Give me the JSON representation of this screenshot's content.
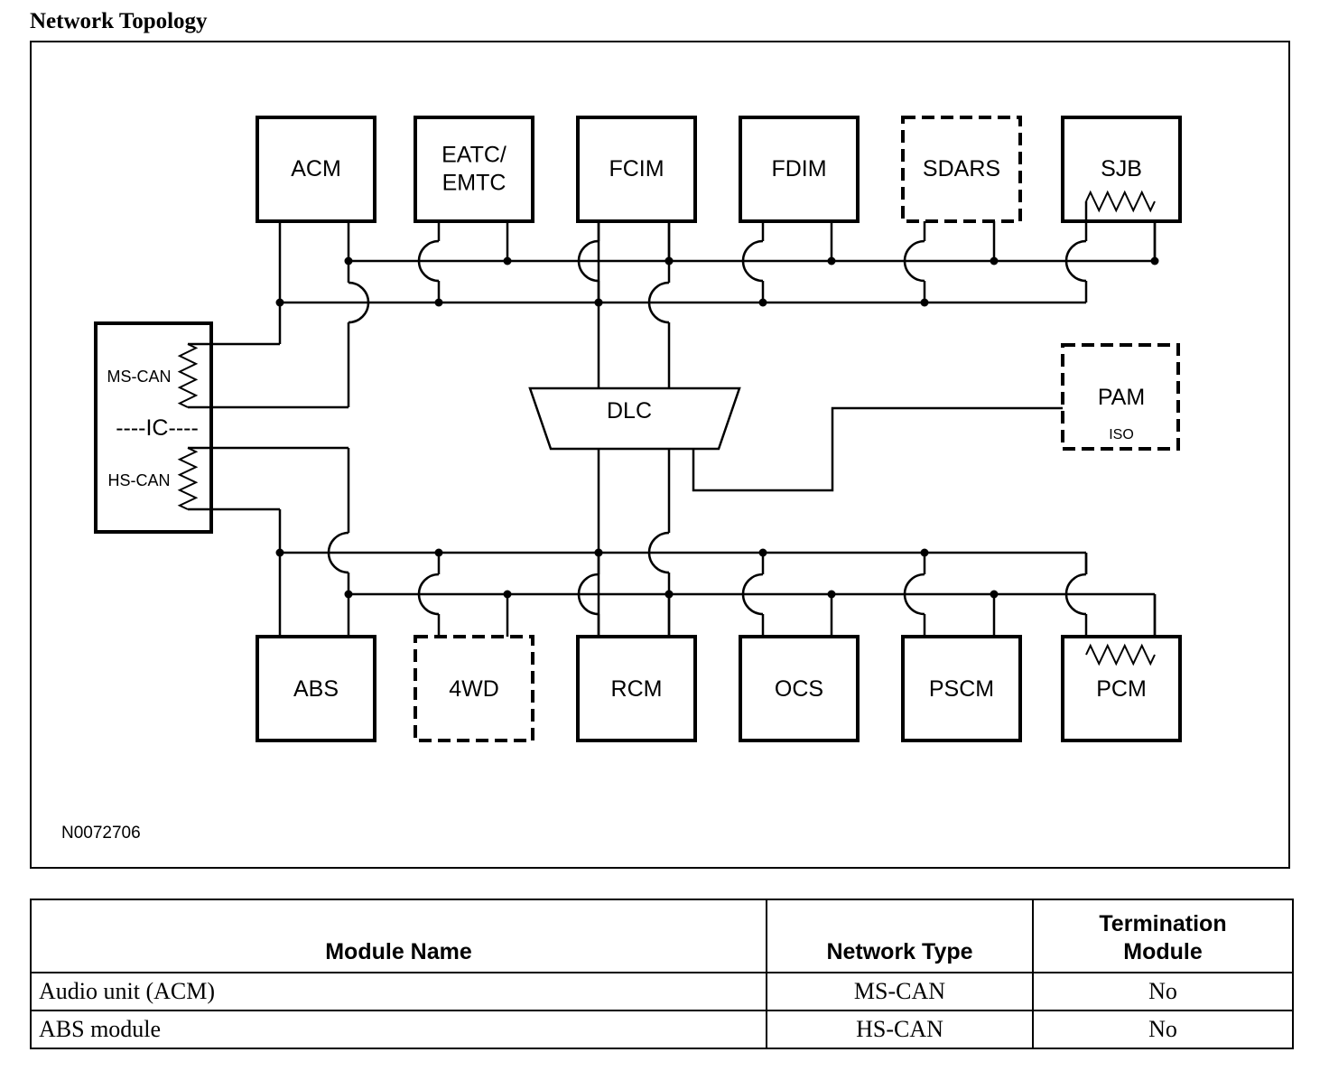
{
  "title": "Network Topology",
  "diagram": {
    "modules_top": [
      "ACM",
      "EATC/\nEMTC",
      "FCIM",
      "FDIM",
      "SDARS",
      "SJB"
    ],
    "modules_bottom": [
      "ABS",
      "4WD",
      "RCM",
      "OCS",
      "PSCM",
      "PCM"
    ],
    "dashed_modules": [
      "SDARS",
      "4WD",
      "PAM"
    ],
    "terminated_modules": [
      "SJB",
      "PCM",
      "IC"
    ],
    "ic": {
      "label": "----IC----",
      "ms_label": "MS-CAN",
      "hs_label": "HS-CAN"
    },
    "dlc": "DLC",
    "pam": {
      "label": "PAM",
      "sub": "ISO"
    },
    "reference": "N0072706"
  },
  "table": {
    "headers": [
      "Module Name",
      "Network Type",
      "Termination\nModule"
    ],
    "rows": [
      [
        "Audio unit (ACM)",
        "MS-CAN",
        "No"
      ],
      [
        "ABS module",
        "HS-CAN",
        "No"
      ]
    ]
  }
}
